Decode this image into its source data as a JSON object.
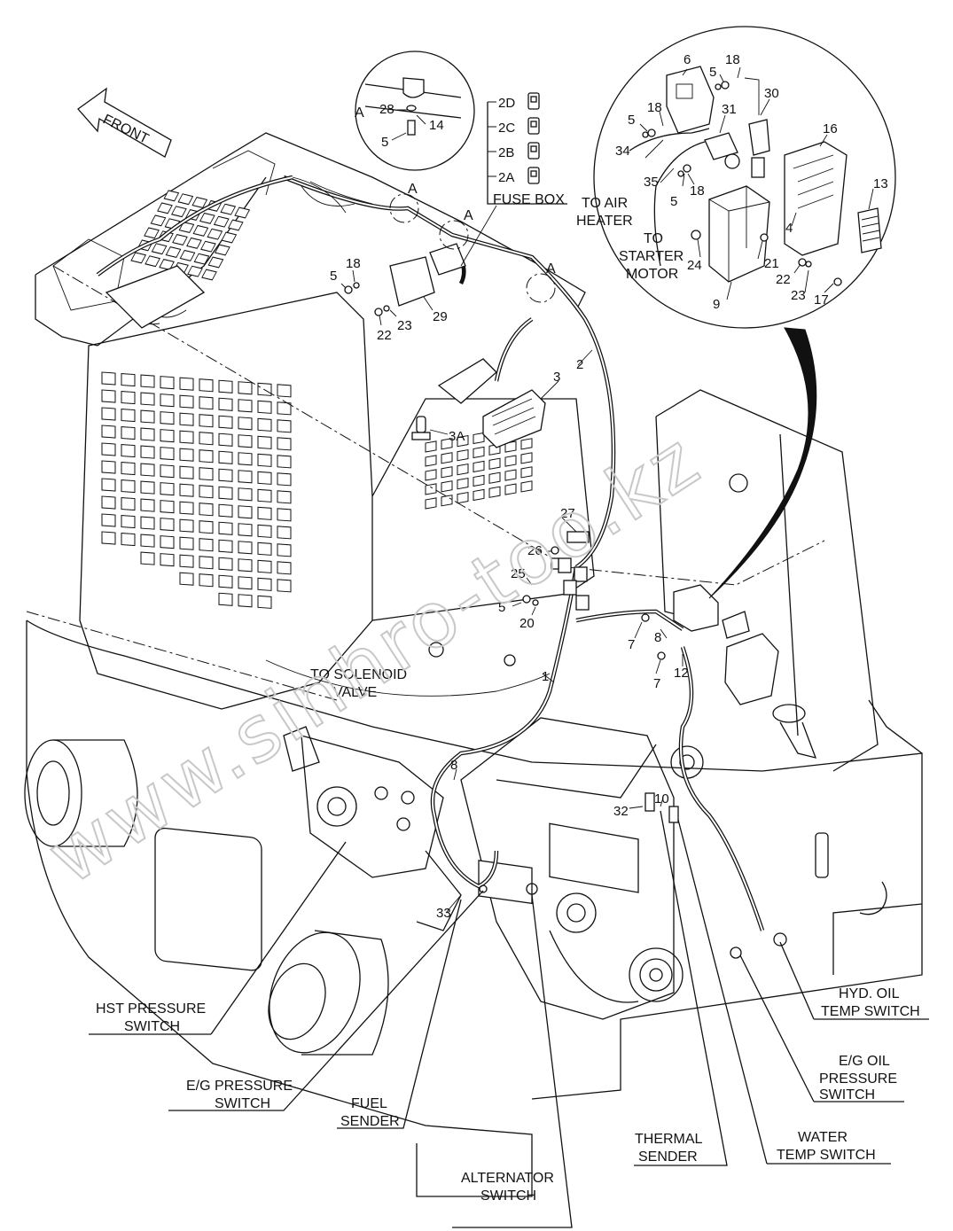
{
  "header": {
    "front_label": "FRONT",
    "detail_a_label": "A",
    "fuse_box_label": "FUSE BOX"
  },
  "fuses": [
    "2D",
    "2C",
    "2B",
    "2A"
  ],
  "detail_callouts": [
    "A",
    "A",
    "A"
  ],
  "external_labels": {
    "air_heater_1": "TO AIR",
    "air_heater_2": "HEATER",
    "starter_1": "TO",
    "starter_2": "STARTER",
    "starter_3": "MOTOR",
    "solenoid_1": "TO SOLENOID",
    "solenoid_2": "VALVE"
  },
  "component_labels": {
    "hst_1": "HST PRESSURE",
    "hst_2": "SWITCH",
    "eg_press_1": "E/G PRESSURE",
    "eg_press_2": "SWITCH",
    "fuel_1": "FUEL",
    "fuel_2": "SENDER",
    "alt_1": "ALTERNATOR",
    "alt_2": "SWITCH",
    "thermal_1": "THERMAL",
    "thermal_2": "SENDER",
    "water_1": "WATER",
    "water_2": "TEMP SWITCH",
    "egoil_1": "E/G OIL",
    "egoil_2": "PRESSURE",
    "egoil_3": "SWITCH",
    "hyd_1": "HYD. OIL",
    "hyd_2": "TEMP SWITCH"
  },
  "part_numbers": {
    "detail_a": [
      "28",
      "14",
      "5"
    ],
    "inset": [
      "6",
      "5",
      "18",
      "30",
      "18",
      "5",
      "31",
      "34",
      "35",
      "18",
      "5",
      "16",
      "13",
      "24",
      "21",
      "4",
      "22",
      "23",
      "17",
      "9"
    ],
    "roof": [
      "5",
      "18",
      "29",
      "22",
      "23"
    ],
    "lamp": [
      "3",
      "2",
      "3A"
    ],
    "frame": [
      "27",
      "26",
      "25",
      "5",
      "20",
      "7",
      "8",
      "7",
      "12",
      "1",
      "8",
      "10",
      "32",
      "33"
    ]
  },
  "watermark": "www.sinhro-too.kz"
}
